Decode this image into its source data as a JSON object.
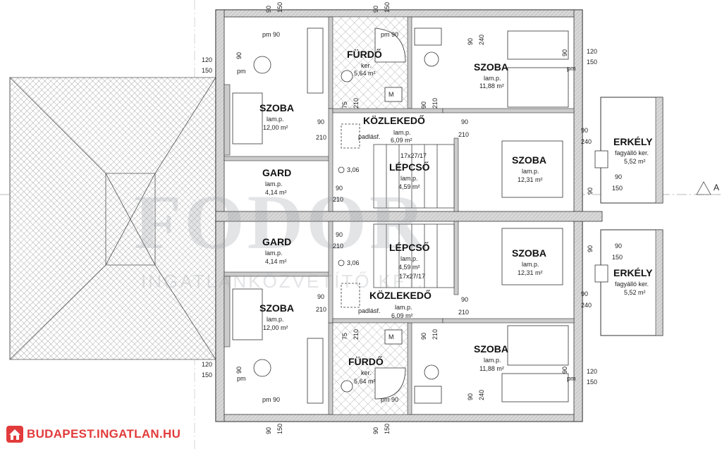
{
  "watermark": {
    "main": "FODOR",
    "sub": "INGATLANKÖZVETÍTŐ KFT."
  },
  "brand": {
    "site": "BUDAPEST.INGATLAN.HU",
    "accent": "#e23b3b"
  },
  "axis_marker": "A",
  "rooms_top": [
    {
      "name": "FÜRDŐ",
      "sub": "ker.",
      "area": "5,64 m²"
    },
    {
      "name": "SZOBA",
      "sub": "lam.p.",
      "area": "11,88 m²"
    },
    {
      "name": "SZOBA",
      "sub": "lam.p.",
      "area": "12,00 m²"
    },
    {
      "name": "KÖZLEKEDŐ",
      "sub": "lam.p.",
      "area": "6,09 m²"
    },
    {
      "name": "ERKÉLY",
      "sub": "fagyálló ker.",
      "area": "5,52 m²"
    },
    {
      "name": "GARD",
      "sub": "lam.p.",
      "area": "4,14 m²"
    },
    {
      "name": "LÉPCSŐ",
      "sub": "lam.p.",
      "area": "4,59 m²"
    },
    {
      "name": "SZOBA",
      "sub": "lam.p.",
      "area": "12,31 m²"
    }
  ],
  "rooms_bottom": [
    {
      "name": "GARD",
      "sub": "lam.p.",
      "area": "4,14 m²"
    },
    {
      "name": "LÉPCSŐ",
      "sub": "lam.p.",
      "area": "4,59 m²"
    },
    {
      "name": "SZOBA",
      "sub": "lam.p.",
      "area": "12,31 m²"
    },
    {
      "name": "ERKÉLY",
      "sub": "fagyálló ker.",
      "area": "5,52 m²"
    },
    {
      "name": "SZOBA",
      "sub": "lam.p.",
      "area": "12,00 m²"
    },
    {
      "name": "KÖZLEKEDŐ",
      "sub": "lam.p.",
      "area": "6,09 m²"
    },
    {
      "name": "FÜRDŐ",
      "sub": "ker.",
      "area": "5,64 m²"
    },
    {
      "name": "SZOBA",
      "sub": "lam.p.",
      "area": "11,88 m²"
    }
  ],
  "labels": {
    "padlasf": "padlásf.",
    "stair_spec": "17x27/17",
    "level": "3,06",
    "pm90": "pm 90",
    "pm": "pm",
    "d90": "90",
    "d120": "120",
    "d150": "150",
    "d210": "210",
    "d240": "240",
    "d75": "75",
    "m": "M"
  }
}
